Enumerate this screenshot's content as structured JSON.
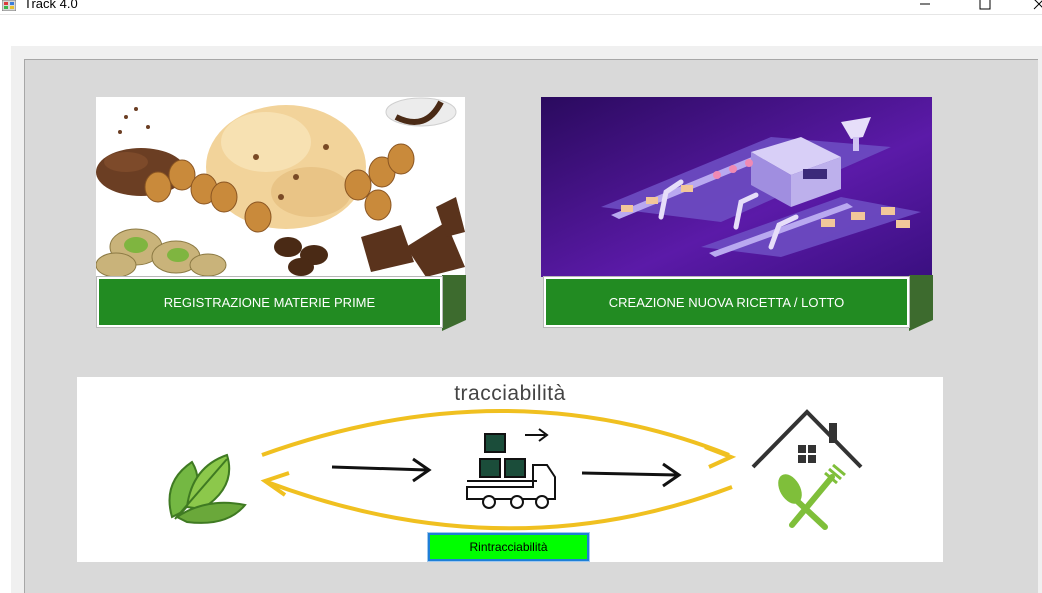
{
  "window": {
    "title": "Track 4.0",
    "controls": [
      "minimize",
      "maximize",
      "close"
    ]
  },
  "cards": [
    {
      "button_label": "REGISTRAZIONE MATERIE PRIME",
      "photo": "ice-cream-ingredients-icon"
    },
    {
      "button_label": "CREAZIONE NUOVA RICETTA / LOTTO",
      "photo": "production-line-icon"
    }
  ],
  "traceability": {
    "title": "tracciabilità",
    "button_label": "Rintracciabilità",
    "icons": [
      "leaves-icon",
      "arrow-right-icon",
      "delivery-truck-icon",
      "arrow-right-icon",
      "house-cutlery-icon"
    ]
  },
  "colors": {
    "button_green": "#228b22",
    "trace_button_green": "#00ff00",
    "cycle_arrow": "#f0c020",
    "panel_gray": "#d9d9d9"
  }
}
